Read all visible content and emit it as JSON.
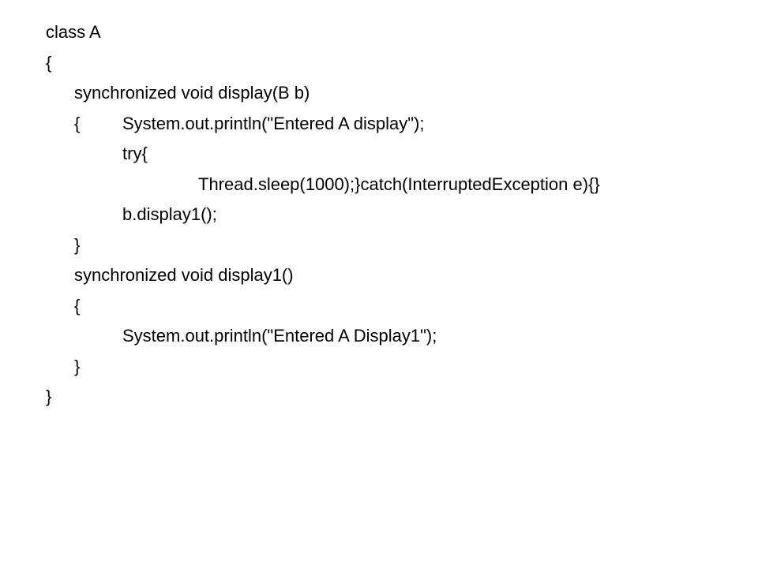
{
  "code_lines": [
    {
      "indent": 0,
      "text": "class A"
    },
    {
      "indent": 0,
      "text": "{"
    },
    {
      "indent": 1,
      "text": "synchronized void display(B b)"
    },
    {
      "indent": 1,
      "text": "{",
      "extra": {
        "indent": 2,
        "text": "System.out.println(\"Entered A display\");"
      }
    },
    {
      "indent": 2,
      "text": "try{"
    },
    {
      "indent": 3,
      "text": "Thread.sleep(1000);}catch(InterruptedException e){}"
    },
    {
      "indent": 2,
      "text": "b.display1();"
    },
    {
      "indent": 1,
      "text": "}"
    },
    {
      "indent": 1,
      "text": "synchronized void display1()"
    },
    {
      "indent": 1,
      "text": "{"
    },
    {
      "indent": 2,
      "text": "System.out.println(\"Entered A Display1\");"
    },
    {
      "indent": 1,
      "text": "}"
    },
    {
      "indent": 0,
      "text": "}"
    }
  ]
}
